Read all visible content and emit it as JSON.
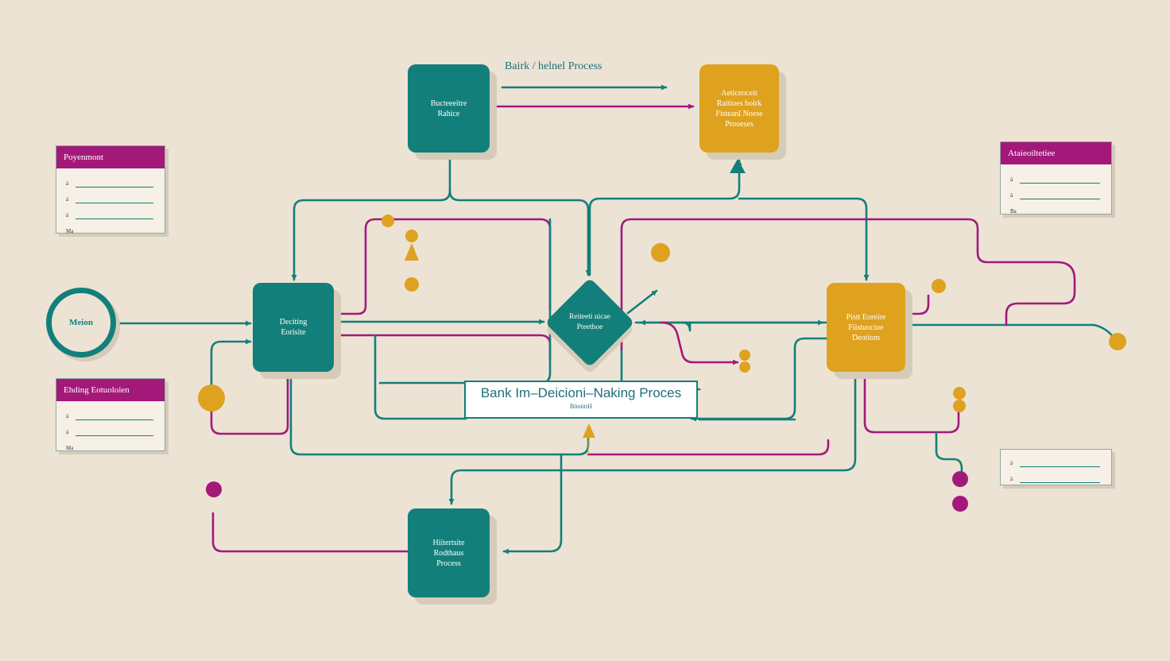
{
  "top_label": "Bairk / helnel Process",
  "title": {
    "main": "Bank Im–Deicioni–Naking Proces",
    "sub": "BöoiitiH"
  },
  "start_node": "Meion",
  "nodes": {
    "top_teal": [
      "Bucteeeitre",
      "Rahice"
    ],
    "top_gold": [
      "Aeticeoceit",
      "Raitioes boirk",
      "Fisteanl Noese",
      "Prooeses"
    ],
    "left_teal": [
      "Deciting",
      "Eorisite"
    ],
    "diamond": [
      "Reiteeti nicae",
      "Pteethoe"
    ],
    "right_gold": [
      "Pistt Eoreire",
      "Fiistuocioe",
      "Deotiom"
    ],
    "bottom_teal": [
      "Hiitertsite",
      "Rodthaus",
      "Process"
    ]
  },
  "cards": {
    "payment": {
      "header": "Poyenmont",
      "rows": [
        "ä",
        "ä",
        "ä",
        "Ma"
      ]
    },
    "binding": {
      "header": "Ehding Eotuoloien",
      "rows": [
        "ä",
        "ä",
        "Ma"
      ]
    },
    "authorization": {
      "header": "Ataieoiltetiee",
      "rows": [
        "ä",
        "ä",
        "Ba"
      ]
    },
    "blank": {
      "header": "",
      "rows": [
        "ä",
        "ä"
      ]
    }
  },
  "colors": {
    "background": "#ece3d5",
    "teal": "#137f7a",
    "gold": "#dea21f",
    "magenta": "#a3197a"
  }
}
